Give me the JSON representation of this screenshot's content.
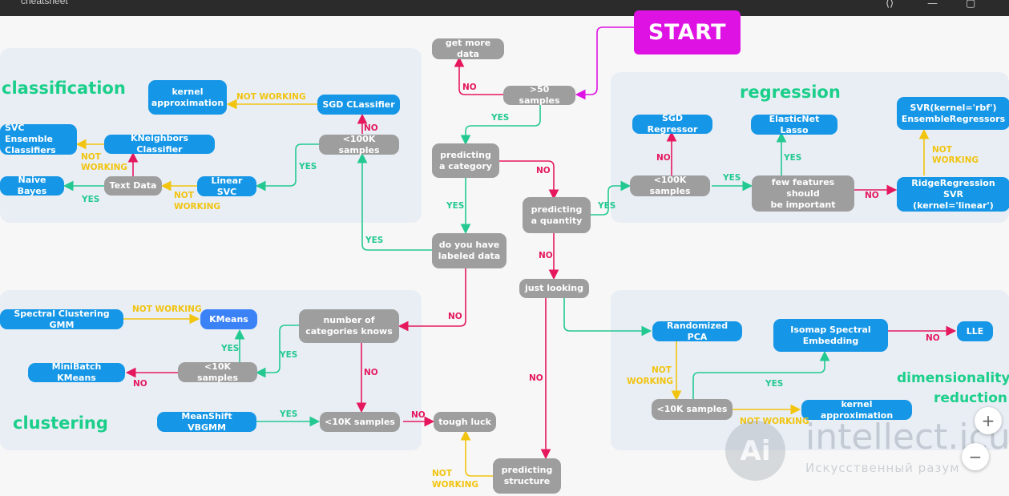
{
  "topbar": {
    "title": "cheatsheet"
  },
  "sections": {
    "classification": "classification",
    "regression": "regression",
    "clustering": "clustering",
    "dim1": "dimensionality",
    "dim2": "reduction"
  },
  "nodes": {
    "start": "START",
    "get_more_data": "get more data",
    "gt50": ">50 samples",
    "predicting_category": "predicting\na category",
    "labeled": "do you have\nlabeled data",
    "predicting_quantity": "predicting\na quantity",
    "just_looking": "just looking",
    "predicting_structure": "predicting\nstructure",
    "tough_luck": "tough luck",
    "kernel_approx_cls": "kernel\napproximation",
    "sgd_classifier": "SGD CLassifier",
    "lt100k_cls": "<100K samples",
    "svc_ensemble": "SVC Ensemble\nClassifiers",
    "kneighbors": "KNeighbors Classifier",
    "naive_bayes": "Naive Bayes",
    "text_data": "Text Data",
    "linear_svc": "Linear SVC",
    "sgd_regressor": "SGD Regressor",
    "elasticnet": "ElasticNet Lasso",
    "svr": "SVR(kernel='rbf')\nEnsembleRegressors",
    "lt100k_reg": "<100K samples",
    "few_features": "few features should\nbe important",
    "ridge": "RidgeRegression SVR\n(kernel='linear')",
    "spectral_gmm": "Spectral Clustering GMM",
    "kmeans": "KMeans",
    "num_categories": "number of\ncategories knows",
    "minibatch": "MiniBatch KMeans",
    "lt10k_a": "<10K samples",
    "meanshift": "MeanShift VBGMM",
    "lt10k_b": "<10K samples",
    "randomized_pca": "Randomized PCA",
    "isomap": "Isomap Spectral\nEmbedding",
    "lle": "LLE",
    "lt10k_dim": "<10K samples",
    "kernel_approx_dim": "kernel approximation"
  },
  "labels": {
    "yes": "YES",
    "no": "NO",
    "not_working": "NOT WORKING",
    "not": "NOT",
    "working": "WORKING"
  },
  "controls": {
    "zoom_in": "+",
    "zoom_out": "−"
  },
  "watermark": {
    "brand": "intellect.icu",
    "sub": "Искусственный разум",
    "mark": "Ai"
  },
  "colors": {
    "yes": "#23c990",
    "no": "#e5185e",
    "not_working": "#f1c40f",
    "start": "#de12e2",
    "decision": "#9e9e9e",
    "estimator": "#1596e6"
  }
}
